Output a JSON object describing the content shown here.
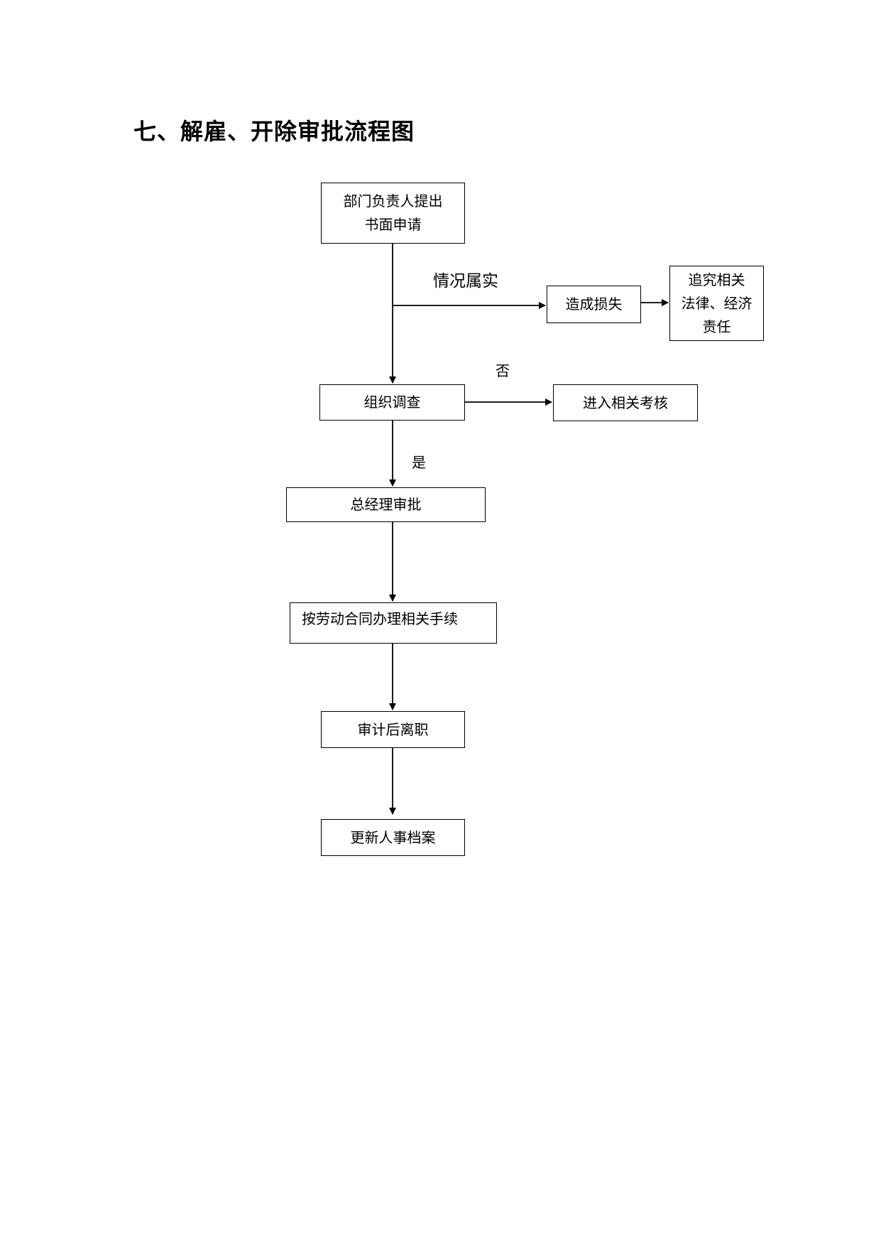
{
  "page": {
    "title": "七、解雇、开除审批流程图"
  },
  "diagram": {
    "nodes": {
      "apply": "部门负责人提出\n书面申请",
      "loss": "造成损失",
      "liability": "追究相关\n法律、经济\n责任",
      "investigate": "组织调查",
      "assessment": "进入相关考核",
      "gm_approval": "总经理审批",
      "procedures": "按劳动合同办理相关手续",
      "audit_leave": "审计后离职",
      "update_records": "更新人事档案"
    },
    "labels": {
      "confirmed": "情况属实",
      "no": "否",
      "yes": "是"
    }
  }
}
